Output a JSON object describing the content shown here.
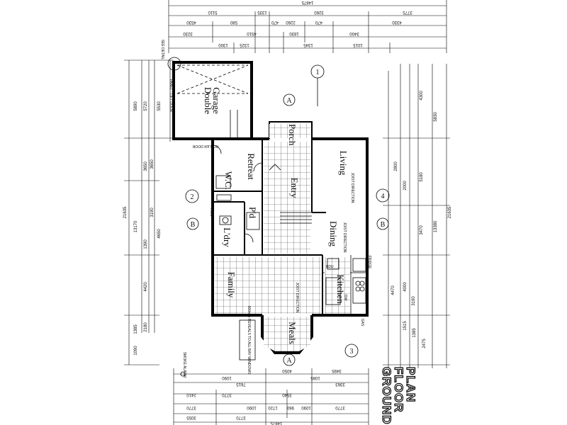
{
  "title": {
    "line1": "GROUND",
    "line2": "FLOOR",
    "line3": "PLAN"
  },
  "rooms": {
    "garage_1": "Double",
    "garage_2": "Garage",
    "porch": "Porch",
    "retreat": "Retreat",
    "entry": "Entry",
    "living": "Living",
    "wc": "W.C.",
    "pd": "P'd",
    "laundry": "L'dry",
    "dining": "Dining",
    "family": "Family",
    "kitchen": "Kitchen",
    "meals": "Meals"
  },
  "notes": {
    "panel_lift_door": "PANEL - LIFT DOOR",
    "roller_door": "ROLLER DOOR",
    "smoke_alarm": "SMOKE ALARM",
    "bay_windows": "600mm REVEALS TO ALL BAY WINDOWS",
    "joist_direction_1": "JOIST DIRECTION",
    "joist_direction_2": "JOIST DIRECTION",
    "joist_direction_3": "JOIST DIRECTION",
    "hwu": "HWU",
    "slab_detail": "SEE DETAIL",
    "gas": "GAS",
    "bdu": "BDU",
    "dw": "DW",
    "fridge": "FRIDGE"
  },
  "bubbles": {
    "b1": "1",
    "b2": "2",
    "b3": "3",
    "b4": "4",
    "A_top": "A",
    "A_bottom": "A",
    "B_left": "B",
    "B_right": "B"
  },
  "dims": {
    "top_overall": "14875",
    "top_row2_a": "5110",
    "top_row2_b": "1335",
    "top_row2_c": "3260",
    "top_row2_d": "3775",
    "top_row3_a": "4530",
    "top_row3_b": "580",
    "top_row3_c": "470",
    "top_row3_d": "2260",
    "top_row3_e": "470",
    "top_row3_f": "4330",
    "top_row4_a": "3230",
    "top_row4_b": "4510",
    "top_row4_c": "1830",
    "top_row4_d": "3400",
    "top_row5_a": "1300",
    "top_row5_b": "1325",
    "top_row5_c": "1345",
    "top_row5_d": "1015",
    "left_a": "5890",
    "left_b": "5720",
    "left_c": "5530",
    "left_d": "3650",
    "left_e": "3190",
    "left_f": "1390",
    "left_g": "4420",
    "left_h": "1385",
    "left_i": "2180",
    "left_j": "1090",
    "left_overall": "21635",
    "left_k": "13170",
    "left_l": "4650",
    "left_m": "3650",
    "right_a": "4300",
    "right_b": "5830",
    "right_c": "5180",
    "right_d": "2000",
    "right_e": "2800",
    "right_f": "3470",
    "right_g": "4000",
    "right_h": "3190",
    "right_i": "1515",
    "right_j": "1385",
    "right_k": "2475",
    "right_l": "4470",
    "right_overall": "21635",
    "right_m": "13380",
    "bot_row1_a": "4050",
    "bot_row1_b": "3495",
    "bot_row1_c": "1085",
    "bot_row1_d": "1090",
    "bot_row2_a": "7615",
    "bot_row2_b": "3363",
    "bot_row3_a": "3770",
    "bot_row3_b": "3540",
    "bot_row3_c": "2410",
    "bot_row4_a": "3770",
    "bot_row4_b": "1090",
    "bot_row4_c": "1720",
    "bot_row4_d": "960",
    "bot_row4_e": "1090",
    "bot_row4_f": "3770",
    "bot_row5_a": "3055",
    "bot_row5_b": "3770",
    "bot_overall": "14875"
  }
}
